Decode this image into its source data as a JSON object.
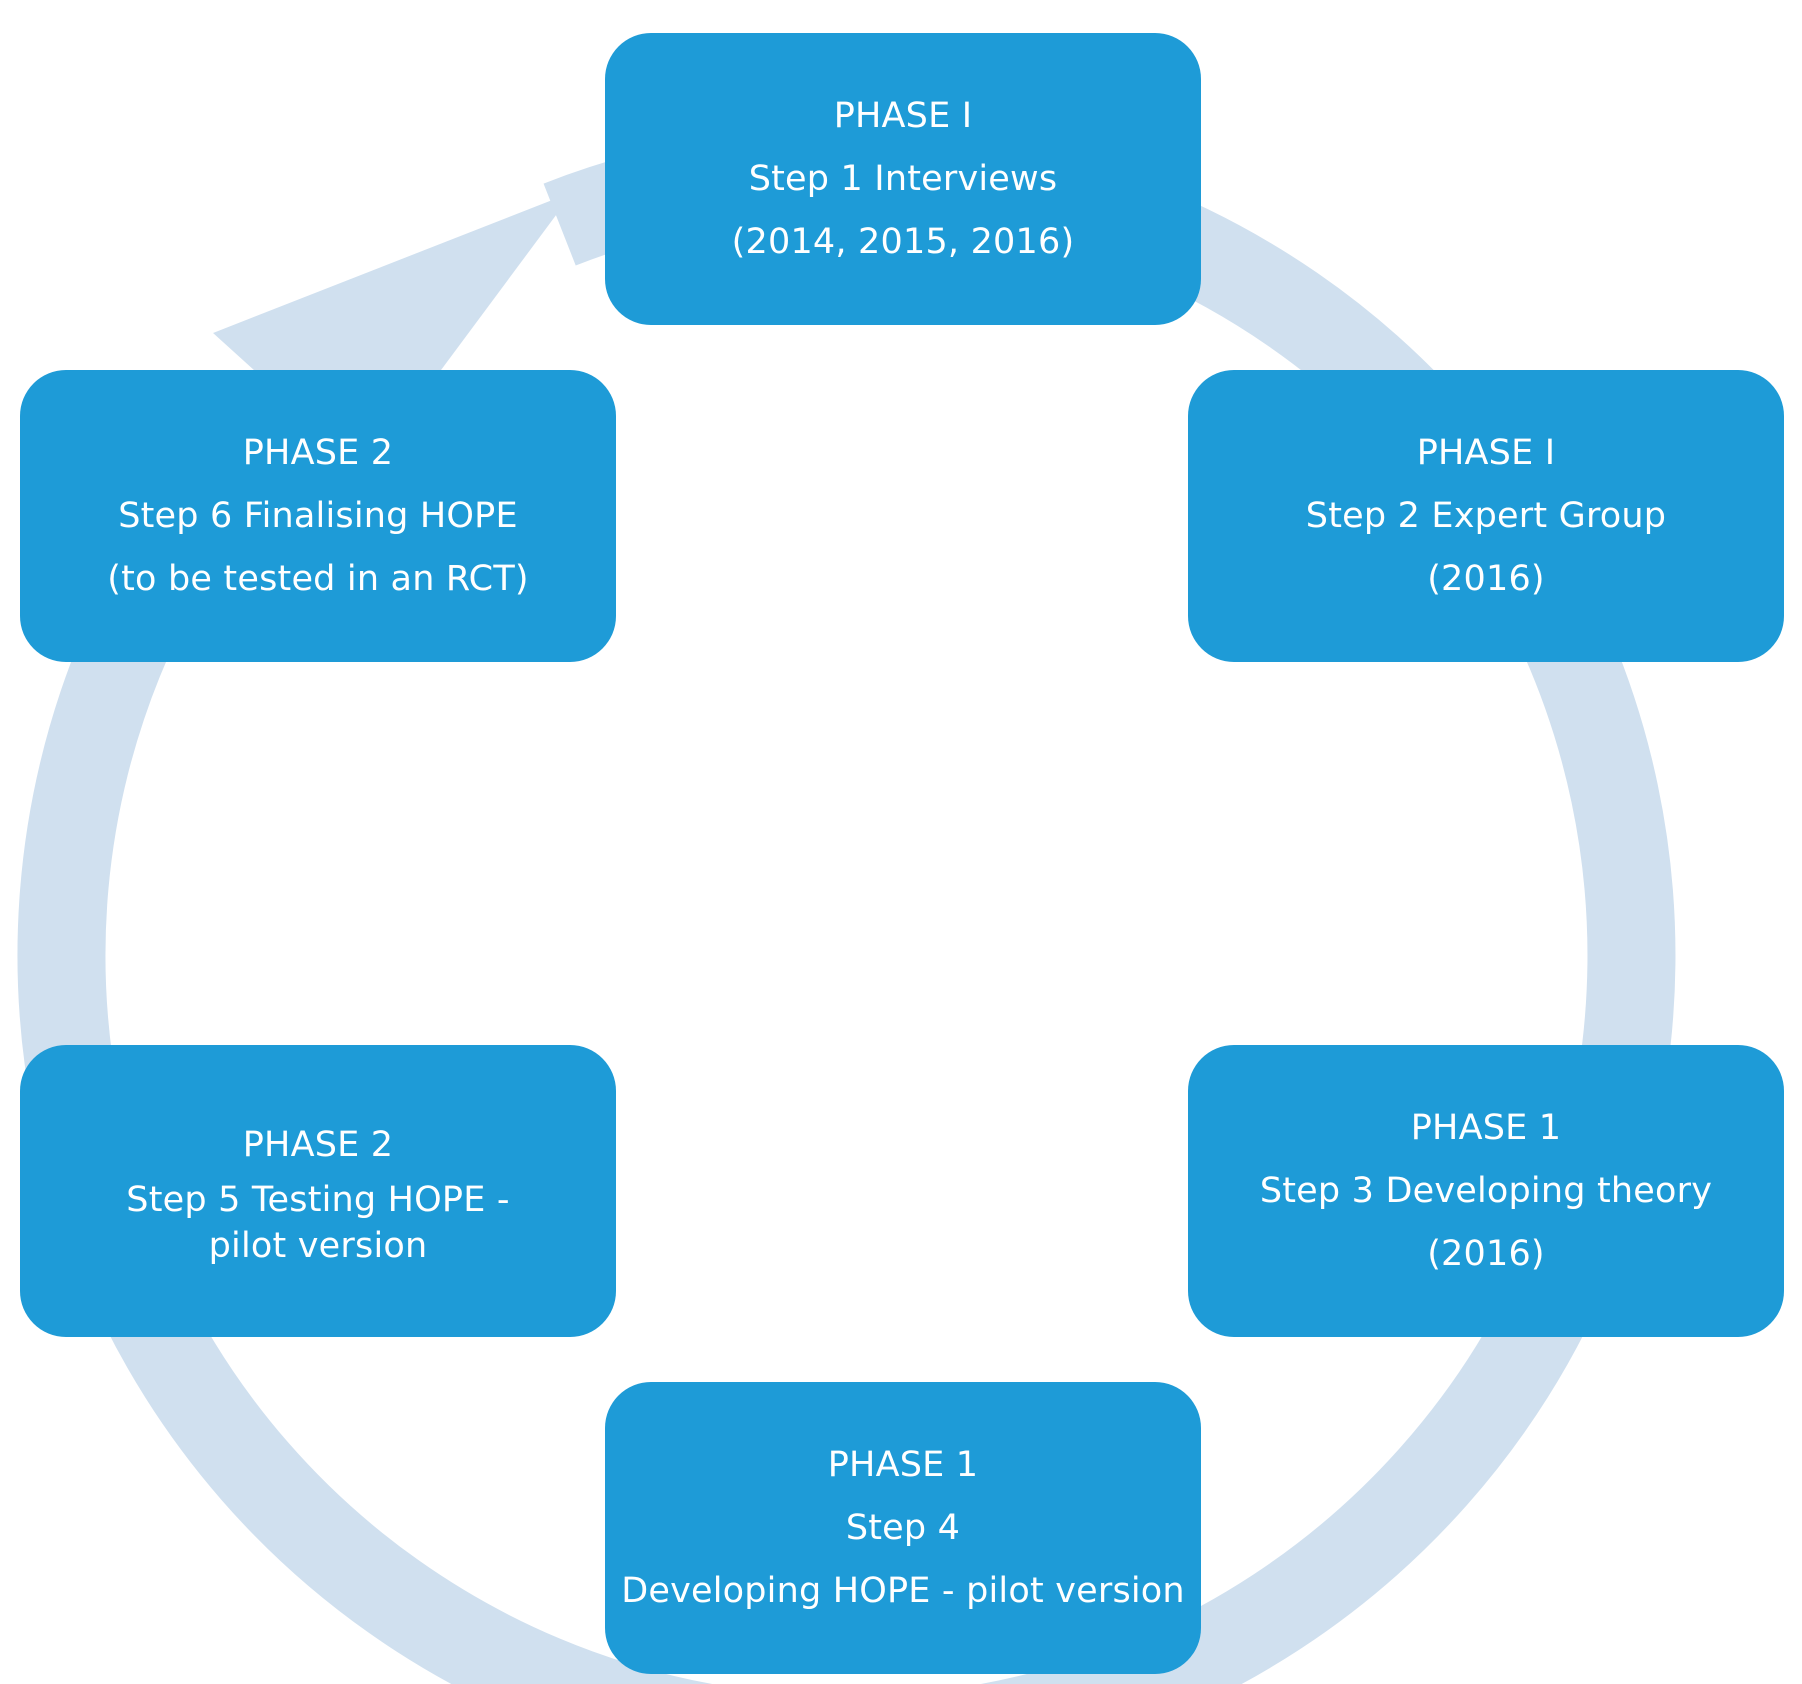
{
  "colors": {
    "box_fill": "#1e9bd7",
    "box_text": "#ffffff",
    "ring": "#d0e0ef",
    "background": "#ffffff"
  },
  "steps": [
    {
      "lines": [
        "PHASE I",
        "Step 1 Interviews",
        "(2014, 2015, 2016)"
      ]
    },
    {
      "lines": [
        "PHASE I",
        "Step 2 Expert Group",
        "(2016)"
      ]
    },
    {
      "lines": [
        "PHASE 1",
        "Step 3 Developing theory",
        "(2016)"
      ]
    },
    {
      "lines": [
        "PHASE 1",
        "Step 4",
        "Developing HOPE - pilot version"
      ]
    },
    {
      "lines": [
        "PHASE 2",
        "Step 5 Testing HOPE - pilot version"
      ]
    },
    {
      "lines": [
        "PHASE 2",
        "Step 6 Finalising HOPE",
        "(to be tested in an RCT)"
      ]
    }
  ]
}
